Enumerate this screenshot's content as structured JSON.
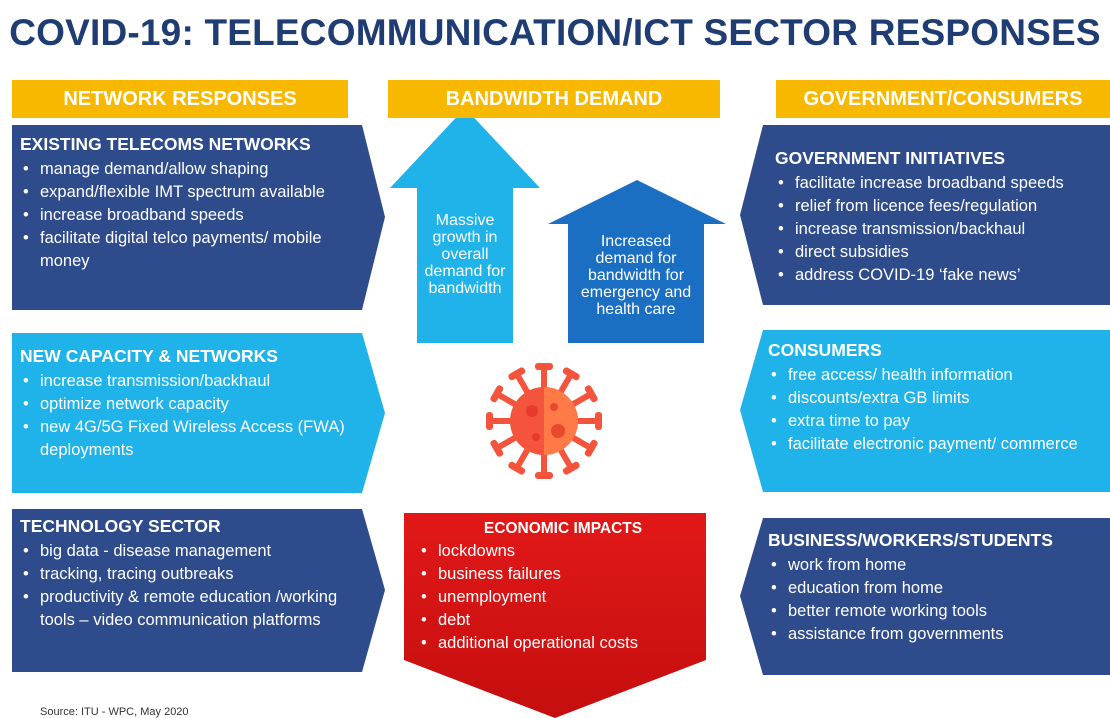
{
  "title": "COVID-19: TELECOMMUNICATION/ICT SECTOR RESPONSES",
  "headers": {
    "left": "NETWORK RESPONSES",
    "center": "BANDWIDTH DEMAND",
    "right": "GOVERNMENT/CONSUMERS"
  },
  "colors": {
    "navy": "#2e4b8c",
    "sky": "#1fb3ea",
    "gold": "#f8b800",
    "red": "#e31b1b",
    "title": "#1f3d73"
  },
  "left_boxes": [
    {
      "heading": "EXISTING TELECOMS NETWORKS",
      "items": [
        "manage demand/allow shaping",
        "expand/flexible IMT spectrum available",
        "increase broadband speeds",
        "facilitate digital telco payments/ mobile money"
      ]
    },
    {
      "heading": "NEW CAPACITY & NETWORKS",
      "items": [
        "increase transmission/backhaul",
        "optimize network capacity",
        "new 4G/5G Fixed Wireless Access (FWA) deployments"
      ]
    },
    {
      "heading": "TECHNOLOGY SECTOR",
      "items": [
        "big data - disease management",
        "tracking, tracing outbreaks",
        "productivity & remote education /working tools – video communication platforms"
      ]
    }
  ],
  "right_boxes": [
    {
      "heading": "GOVERNMENT INITIATIVES",
      "items": [
        "facilitate increase broadband speeds",
        "relief from licence fees/regulation",
        "increase transmission/backhaul",
        "direct subsidies",
        "address COVID-19 ‘fake news’"
      ]
    },
    {
      "heading": "CONSUMERS",
      "items": [
        "free access/ health information",
        "discounts/extra GB limits",
        "extra time to pay",
        "facilitate electronic payment/ commerce"
      ]
    },
    {
      "heading": "BUSINESS/WORKERS/STUDENTS",
      "items": [
        "work from home",
        "education from home",
        "better remote working tools",
        "assistance from governments"
      ]
    }
  ],
  "center": {
    "arrow1": "Massive growth in overall demand for bandwidth",
    "arrow2": "Increased demand for bandwidth for emergency and health care",
    "virus_icon": "coronavirus-icon",
    "economic": {
      "heading": "ECONOMIC IMPACTS",
      "items": [
        "lockdowns",
        "business failures",
        "unemployment",
        "debt",
        "additional operational costs"
      ]
    }
  },
  "source": "Source: ITU - WPC, May 2020"
}
